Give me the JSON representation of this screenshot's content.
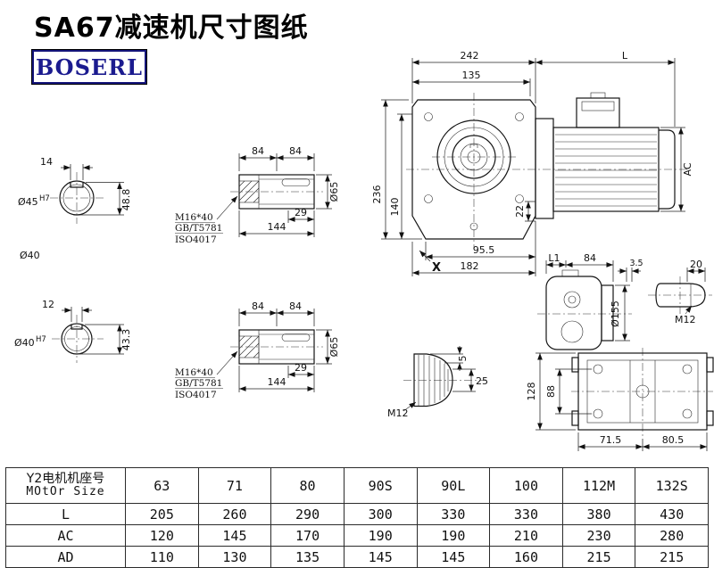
{
  "header": {
    "title": "SA67减速机尺寸图纸",
    "brand": "BOSERL"
  },
  "views": {
    "shaft_end_1": {
      "keyway_width": "14",
      "keyway_height": "48.8",
      "bore": "Ø45",
      "bore_tol": "H7",
      "shaft_dia": "Ø40"
    },
    "shaft_end_2": {
      "keyway_width": "12",
      "keyway_height": "43.3",
      "bore": "Ø40",
      "bore_tol": "H7"
    },
    "shaft_side_1": {
      "seg_a": "84",
      "seg_b": "84",
      "key_len": "29",
      "total_len": "144",
      "dia": "Ø65",
      "bolt": "M16*40",
      "std_gb": "GB/T5781",
      "std_iso": "ISO4017"
    },
    "shaft_side_2": {
      "seg_a": "84",
      "seg_b": "84",
      "key_len": "29",
      "total_len": "144",
      "dia": "Ø65",
      "bolt": "M16*40",
      "std_gb": "GB/T5781",
      "std_iso": "ISO4017"
    },
    "main": {
      "housing_width": "242",
      "motor_len": "L",
      "dim_135": "135",
      "dim_236": "236",
      "dim_140": "140",
      "dim_22": "22",
      "motor_height": "AC",
      "dim_95_5": "95.5",
      "dim_182": "182",
      "marker_x": "X"
    },
    "side": {
      "dim_l1": "L1",
      "dim_84": "84",
      "dim_3_5": "3.5",
      "dim_20": "20",
      "flange_dia": "Ø155",
      "thread": "M12"
    },
    "key_detail": {
      "dim_5": "5",
      "dim_25": "25",
      "thread": "M12"
    },
    "bottom": {
      "dim_128": "128",
      "dim_88": "88",
      "dim_71_5": "71.5",
      "dim_80_5": "80.5"
    }
  },
  "table": {
    "row_header_cn": "Y2电机机座号",
    "row_header_en": "MOtOr Size",
    "frame_sizes": [
      "63",
      "71",
      "80",
      "90S",
      "90L",
      "100",
      "112M",
      "132S"
    ],
    "rows": [
      {
        "label": "L",
        "values": [
          "205",
          "260",
          "290",
          "300",
          "330",
          "330",
          "380",
          "430"
        ]
      },
      {
        "label": "AC",
        "values": [
          "120",
          "145",
          "170",
          "190",
          "190",
          "210",
          "230",
          "280"
        ]
      },
      {
        "label": "AD",
        "values": [
          "110",
          "130",
          "135",
          "145",
          "145",
          "160",
          "215",
          "215"
        ]
      }
    ]
  }
}
